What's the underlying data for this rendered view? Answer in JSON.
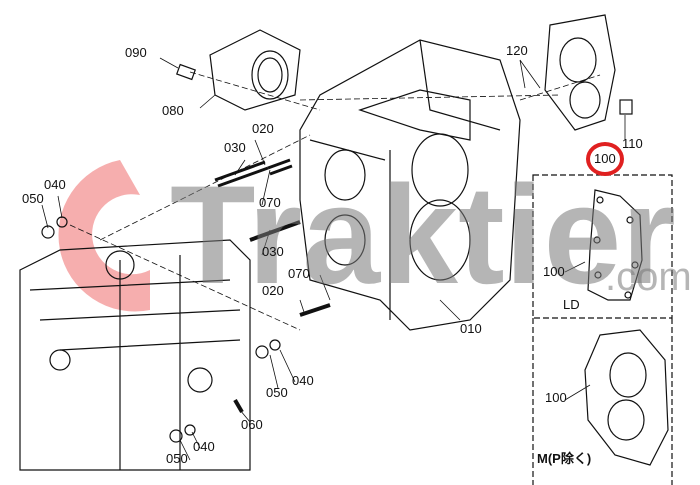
{
  "diagram": {
    "watermark": {
      "main": "Traktier",
      "suffix": ".com"
    },
    "part_labels": {
      "p090": "090",
      "p080": "080",
      "p120": "120",
      "p110": "110",
      "p100_main": "100",
      "p020_top": "020",
      "p030_top": "030",
      "p070_top": "070",
      "p030_mid": "030",
      "p070_mid": "070",
      "p020_mid": "020",
      "p050_left": "050",
      "p040_left": "040",
      "p010": "010",
      "p050_mid": "050",
      "p040_mid": "040",
      "p060": "060",
      "p050_bot": "050",
      "p040_bot": "040",
      "p100_ld": "100",
      "p100_m": "100"
    },
    "variants": {
      "ld": "LD",
      "m": "M(P除く)"
    },
    "highlight_color": "#e02020"
  }
}
